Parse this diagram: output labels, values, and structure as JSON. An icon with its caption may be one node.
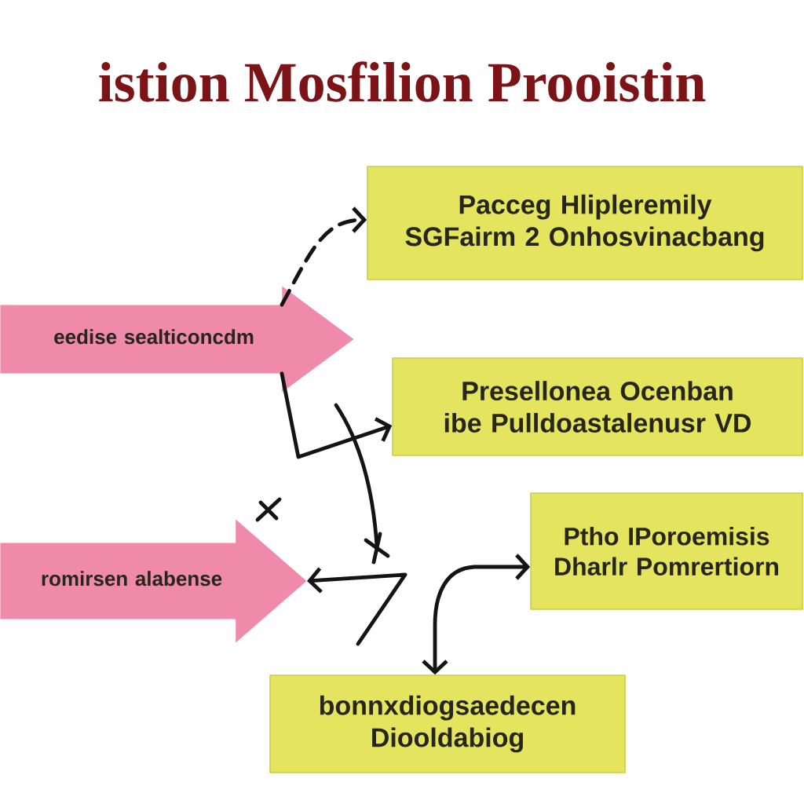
{
  "diagram": {
    "title": "istion Mosfilion Prooistin",
    "nodes": [
      {
        "text": [
          "eedise sealticoncdm"
        ]
      },
      {
        "text": [
          "romirsen alabense"
        ]
      },
      {
        "text": [
          "Pacceg Hlipleremily SGFairm 2 Onhosvinacbang"
        ]
      },
      {
        "text": [
          "Presellonea Ocenban ibe Pulldoastalenusr VD"
        ]
      },
      {
        "text": [
          "Ptho IPoroemisis Dharlr Pomrertiorn"
        ]
      },
      {
        "text": [
          "bonnxdiogsaedecen Diooldabiog"
        ]
      }
    ],
    "edges": [
      {
        "from": 0,
        "to": 2,
        "arrow": "to",
        "style": "dashed"
      },
      {
        "from": 0,
        "to": 3,
        "arrow": "to"
      },
      {
        "from": null,
        "to": 1,
        "arrow": "to"
      },
      {
        "from": 4,
        "to": 5,
        "arrow": "both"
      }
    ]
  }
}
